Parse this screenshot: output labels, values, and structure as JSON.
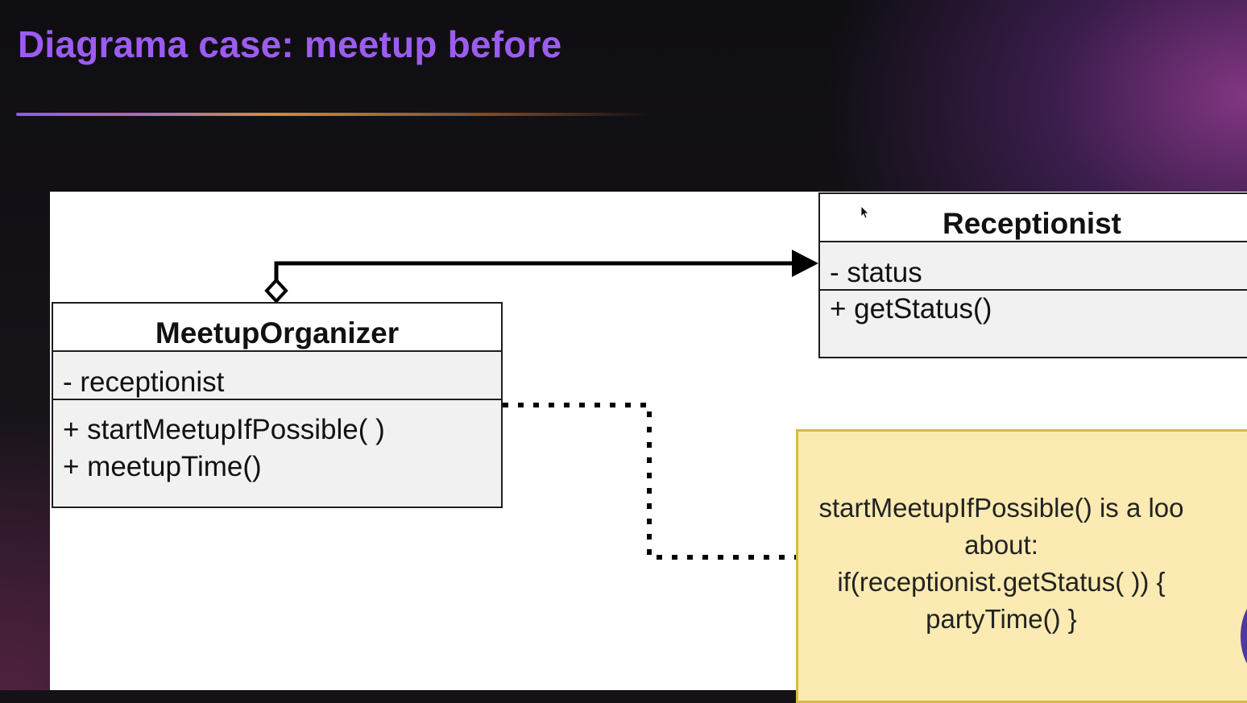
{
  "slide": {
    "title": "Diagrama case: meetup before"
  },
  "diagram": {
    "classes": [
      {
        "name": "MeetupOrganizer",
        "attributes": [
          "- receptionist"
        ],
        "methods": [
          "+ startMeetupIfPossible( )",
          "+ meetupTime()"
        ]
      },
      {
        "name": "Receptionist",
        "attributes": [
          "- status"
        ],
        "methods": [
          "+ getStatus()"
        ]
      }
    ],
    "note": {
      "lines": [
        "startMeetupIfPossible() is a loo",
        "about:",
        "if(receptionist.getStatus( )) {",
        "partyTime() }"
      ]
    },
    "relations": [
      {
        "from": "MeetupOrganizer",
        "to": "Receptionist",
        "type": "aggregation"
      },
      {
        "from": "MeetupOrganizer",
        "to": "note",
        "type": "dotted-annotation"
      }
    ]
  },
  "colors": {
    "title": "#9d5cf0",
    "note_fill": "#fbeab1",
    "note_border": "#d9b94a"
  }
}
